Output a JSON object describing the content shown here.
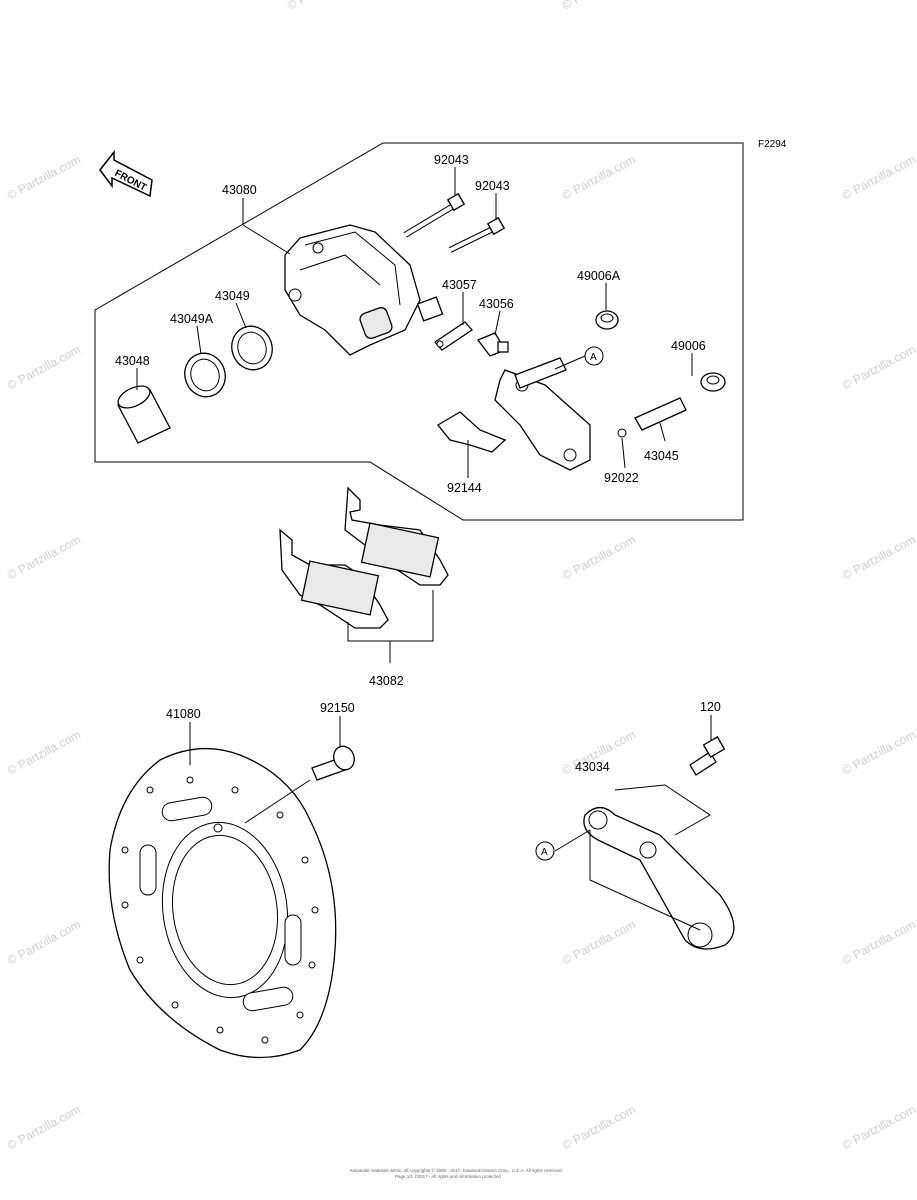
{
  "figure_code": "F2294",
  "front_label": "FRONT",
  "ref_marker": "A",
  "watermark": "© Partzilla.com",
  "footer": [
    "Kawasaki materials within, all copyrights © 1985 - 2017, Kawasaki Motors Corp., U.S.A. All rights reserved.",
    "Page 1/1 ©2017 - All rights and information protected"
  ],
  "parts": {
    "p43080": "43080",
    "p92043a": "92043",
    "p92043b": "92043",
    "p43057": "43057",
    "p43056": "43056",
    "p49006a": "49006A",
    "p49006": "49006",
    "p43049": "43049",
    "p43049a": "43049A",
    "p43048": "43048",
    "p43045": "43045",
    "p92022": "92022",
    "p92144": "92144",
    "p43082": "43082",
    "p41080": "41080",
    "p92150": "92150",
    "p120": "120",
    "p43034": "43034"
  }
}
